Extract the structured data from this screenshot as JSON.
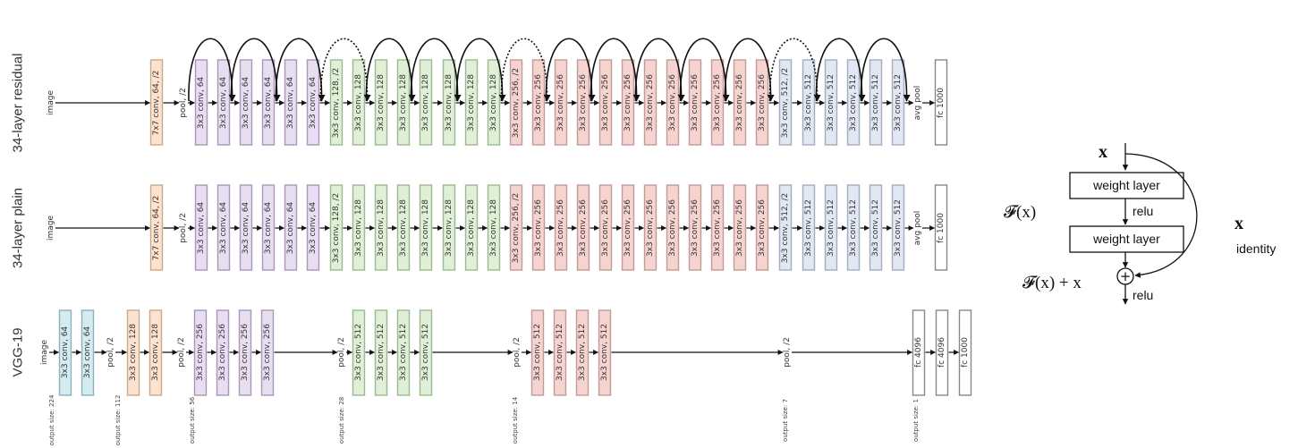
{
  "colors": {
    "orange_fill": "#fde3cf",
    "orange_stroke": "#c9a98c",
    "purple_fill": "#e8def2",
    "purple_stroke": "#a897b6",
    "green_fill": "#dff0d6",
    "green_stroke": "#9cb892",
    "red_fill": "#f7d3d0",
    "red_stroke": "#c09c99",
    "blue_fill": "#e2e8f3",
    "blue_stroke": "#a4adbf",
    "cyan_fill": "#d3ebf1",
    "cyan_stroke": "#8eb1ba",
    "white_fill": "#ffffff",
    "white_stroke": "#888888"
  },
  "rows": [
    {
      "label": "34-layer residual",
      "blocks": [
        {
          "text": "image",
          "kind": "text"
        },
        {
          "text": "7x7 conv, 64, /2",
          "kind": "box",
          "color": "orange"
        },
        {
          "text": "pool, /2",
          "kind": "text"
        },
        {
          "text": "3x3 conv, 64",
          "kind": "box",
          "color": "purple"
        },
        {
          "text": "3x3 conv, 64",
          "kind": "box",
          "color": "purple"
        },
        {
          "text": "3x3 conv, 64",
          "kind": "box",
          "color": "purple"
        },
        {
          "text": "3x3 conv, 64",
          "kind": "box",
          "color": "purple"
        },
        {
          "text": "3x3 conv, 64",
          "kind": "box",
          "color": "purple"
        },
        {
          "text": "3x3 conv, 64",
          "kind": "box",
          "color": "purple"
        },
        {
          "text": "3x3 conv, 128, /2",
          "kind": "box",
          "color": "green"
        },
        {
          "text": "3x3 conv, 128",
          "kind": "box",
          "color": "green"
        },
        {
          "text": "3x3 conv, 128",
          "kind": "box",
          "color": "green"
        },
        {
          "text": "3x3 conv, 128",
          "kind": "box",
          "color": "green"
        },
        {
          "text": "3x3 conv, 128",
          "kind": "box",
          "color": "green"
        },
        {
          "text": "3x3 conv, 128",
          "kind": "box",
          "color": "green"
        },
        {
          "text": "3x3 conv, 128",
          "kind": "box",
          "color": "green"
        },
        {
          "text": "3x3 conv, 128",
          "kind": "box",
          "color": "green"
        },
        {
          "text": "3x3 conv, 256, /2",
          "kind": "box",
          "color": "red"
        },
        {
          "text": "3x3 conv, 256",
          "kind": "box",
          "color": "red"
        },
        {
          "text": "3x3 conv, 256",
          "kind": "box",
          "color": "red"
        },
        {
          "text": "3x3 conv, 256",
          "kind": "box",
          "color": "red"
        },
        {
          "text": "3x3 conv, 256",
          "kind": "box",
          "color": "red"
        },
        {
          "text": "3x3 conv, 256",
          "kind": "box",
          "color": "red"
        },
        {
          "text": "3x3 conv, 256",
          "kind": "box",
          "color": "red"
        },
        {
          "text": "3x3 conv, 256",
          "kind": "box",
          "color": "red"
        },
        {
          "text": "3x3 conv, 256",
          "kind": "box",
          "color": "red"
        },
        {
          "text": "3x3 conv, 256",
          "kind": "box",
          "color": "red"
        },
        {
          "text": "3x3 conv, 256",
          "kind": "box",
          "color": "red"
        },
        {
          "text": "3x3 conv, 256",
          "kind": "box",
          "color": "red"
        },
        {
          "text": "3x3 conv, 512, /2",
          "kind": "box",
          "color": "blue"
        },
        {
          "text": "3x3 conv, 512",
          "kind": "box",
          "color": "blue"
        },
        {
          "text": "3x3 conv, 512",
          "kind": "box",
          "color": "blue"
        },
        {
          "text": "3x3 conv, 512",
          "kind": "box",
          "color": "blue"
        },
        {
          "text": "3x3 conv, 512",
          "kind": "box",
          "color": "blue"
        },
        {
          "text": "3x3 conv, 512",
          "kind": "box",
          "color": "blue"
        },
        {
          "text": "avg pool",
          "kind": "text"
        },
        {
          "text": "fc 1000",
          "kind": "box",
          "color": "white"
        }
      ]
    },
    {
      "label": "34-layer plain",
      "blocks": [
        {
          "text": "image",
          "kind": "text"
        },
        {
          "text": "7x7 conv, 64, /2",
          "kind": "box",
          "color": "orange"
        },
        {
          "text": "pool, /2",
          "kind": "text"
        },
        {
          "text": "3x3 conv, 64",
          "kind": "box",
          "color": "purple"
        },
        {
          "text": "3x3 conv, 64",
          "kind": "box",
          "color": "purple"
        },
        {
          "text": "3x3 conv, 64",
          "kind": "box",
          "color": "purple"
        },
        {
          "text": "3x3 conv, 64",
          "kind": "box",
          "color": "purple"
        },
        {
          "text": "3x3 conv, 64",
          "kind": "box",
          "color": "purple"
        },
        {
          "text": "3x3 conv, 64",
          "kind": "box",
          "color": "purple"
        },
        {
          "text": "3x3 conv, 128, /2",
          "kind": "box",
          "color": "green"
        },
        {
          "text": "3x3 conv, 128",
          "kind": "box",
          "color": "green"
        },
        {
          "text": "3x3 conv, 128",
          "kind": "box",
          "color": "green"
        },
        {
          "text": "3x3 conv, 128",
          "kind": "box",
          "color": "green"
        },
        {
          "text": "3x3 conv, 128",
          "kind": "box",
          "color": "green"
        },
        {
          "text": "3x3 conv, 128",
          "kind": "box",
          "color": "green"
        },
        {
          "text": "3x3 conv, 128",
          "kind": "box",
          "color": "green"
        },
        {
          "text": "3x3 conv, 128",
          "kind": "box",
          "color": "green"
        },
        {
          "text": "3x3 conv, 256, /2",
          "kind": "box",
          "color": "red"
        },
        {
          "text": "3x3 conv, 256",
          "kind": "box",
          "color": "red"
        },
        {
          "text": "3x3 conv, 256",
          "kind": "box",
          "color": "red"
        },
        {
          "text": "3x3 conv, 256",
          "kind": "box",
          "color": "red"
        },
        {
          "text": "3x3 conv, 256",
          "kind": "box",
          "color": "red"
        },
        {
          "text": "3x3 conv, 256",
          "kind": "box",
          "color": "red"
        },
        {
          "text": "3x3 conv, 256",
          "kind": "box",
          "color": "red"
        },
        {
          "text": "3x3 conv, 256",
          "kind": "box",
          "color": "red"
        },
        {
          "text": "3x3 conv, 256",
          "kind": "box",
          "color": "red"
        },
        {
          "text": "3x3 conv, 256",
          "kind": "box",
          "color": "red"
        },
        {
          "text": "3x3 conv, 256",
          "kind": "box",
          "color": "red"
        },
        {
          "text": "3x3 conv, 256",
          "kind": "box",
          "color": "red"
        },
        {
          "text": "3x3 conv, 512, /2",
          "kind": "box",
          "color": "blue"
        },
        {
          "text": "3x3 conv, 512",
          "kind": "box",
          "color": "blue"
        },
        {
          "text": "3x3 conv, 512",
          "kind": "box",
          "color": "blue"
        },
        {
          "text": "3x3 conv, 512",
          "kind": "box",
          "color": "blue"
        },
        {
          "text": "3x3 conv, 512",
          "kind": "box",
          "color": "blue"
        },
        {
          "text": "3x3 conv, 512",
          "kind": "box",
          "color": "blue"
        },
        {
          "text": "avg pool",
          "kind": "text"
        },
        {
          "text": "fc 1000",
          "kind": "box",
          "color": "white"
        }
      ]
    },
    {
      "label": "VGG-19",
      "blocks": [
        {
          "text": "image",
          "kind": "text"
        },
        {
          "text": "3x3 conv, 64",
          "kind": "box",
          "color": "cyan"
        },
        {
          "text": "3x3 conv, 64",
          "kind": "box",
          "color": "cyan"
        },
        {
          "text": "pool, /2",
          "kind": "text"
        },
        {
          "text": "3x3 conv, 128",
          "kind": "box",
          "color": "orange"
        },
        {
          "text": "3x3 conv, 128",
          "kind": "box",
          "color": "orange"
        },
        {
          "text": "pool, /2",
          "kind": "text"
        },
        {
          "text": "3x3 conv, 256",
          "kind": "box",
          "color": "purple"
        },
        {
          "text": "3x3 conv, 256",
          "kind": "box",
          "color": "purple"
        },
        {
          "text": "3x3 conv, 256",
          "kind": "box",
          "color": "purple"
        },
        {
          "text": "3x3 conv, 256",
          "kind": "box",
          "color": "purple"
        },
        {
          "text": "pool, /2",
          "kind": "text"
        },
        {
          "text": "3x3 conv, 512",
          "kind": "box",
          "color": "green"
        },
        {
          "text": "3x3 conv, 512",
          "kind": "box",
          "color": "green"
        },
        {
          "text": "3x3 conv, 512",
          "kind": "box",
          "color": "green"
        },
        {
          "text": "3x3 conv, 512",
          "kind": "box",
          "color": "green"
        },
        {
          "text": "pool, /2",
          "kind": "text"
        },
        {
          "text": "3x3 conv, 512",
          "kind": "box",
          "color": "red"
        },
        {
          "text": "3x3 conv, 512",
          "kind": "box",
          "color": "red"
        },
        {
          "text": "3x3 conv, 512",
          "kind": "box",
          "color": "red"
        },
        {
          "text": "3x3 conv, 512",
          "kind": "box",
          "color": "red"
        },
        {
          "text": "pool, /2",
          "kind": "text"
        },
        {
          "text": "fc 4096",
          "kind": "box",
          "color": "white"
        },
        {
          "text": "fc 4096",
          "kind": "box",
          "color": "white"
        },
        {
          "text": "fc 1000",
          "kind": "box",
          "color": "white"
        }
      ]
    }
  ],
  "output_sizes": [
    "output size: 224",
    "output size: 112",
    "output size: 56",
    "output size: 28",
    "output size: 14",
    "output size: 7",
    "output size: 1"
  ],
  "residual_block": {
    "x_top": "x",
    "fx": "𝓕(x)",
    "fx_plus_x": "𝓕(x) + x",
    "weight_layer_1": "weight layer",
    "weight_layer_2": "weight layer",
    "relu_mid": "relu",
    "relu_out": "relu",
    "x_side": "x",
    "identity": "identity",
    "plus": "+"
  }
}
